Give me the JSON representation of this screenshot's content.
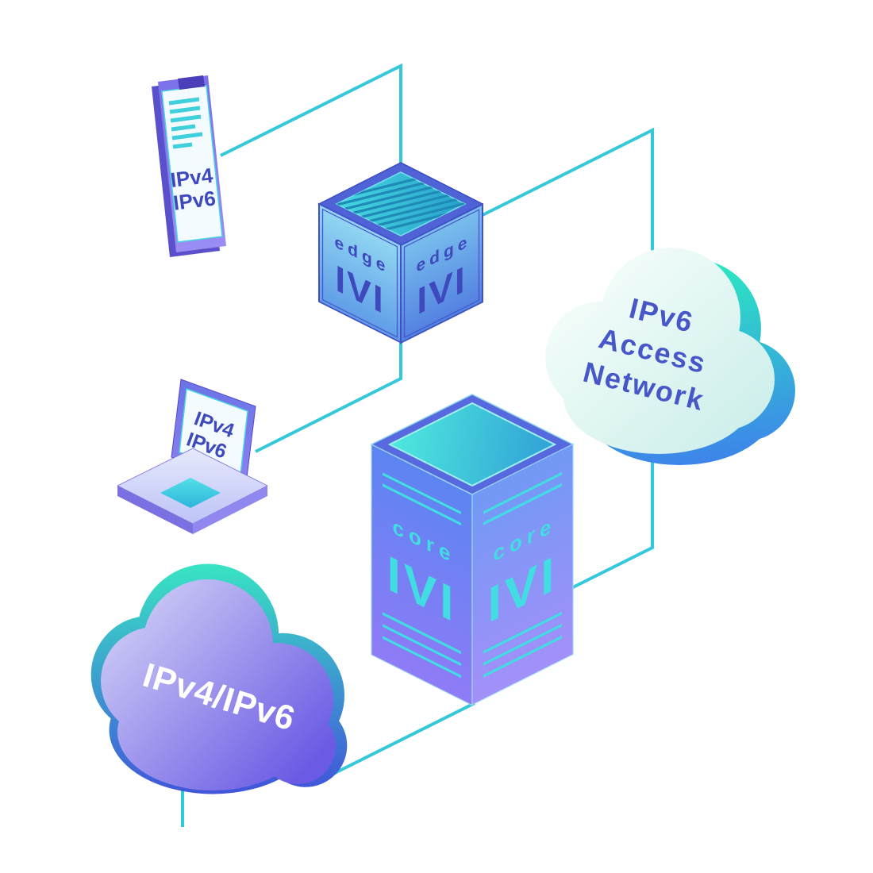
{
  "phone": {
    "line1": "IPv4",
    "line2": "IPv6"
  },
  "laptop": {
    "line1": "IPv4",
    "line2": "IPv6"
  },
  "edge_router": {
    "left": {
      "label": "edge",
      "brand": "IVI"
    },
    "right": {
      "label": "edge",
      "brand": "IVI"
    }
  },
  "core_router": {
    "left": {
      "label": "core",
      "brand": "IVI"
    },
    "right": {
      "label": "core",
      "brand": "IVI"
    }
  },
  "ipv6_access_cloud": {
    "line1": "IPv6",
    "line2": "Access",
    "line3": "Network"
  },
  "ipv4_ipv6_cloud": {
    "label": "IPv4/IPv6"
  },
  "colors": {
    "connector": "#35C8DC",
    "teal_accent": "#41DDE2",
    "indigo_text": "#3D49BC",
    "cloud_text_blue": "#4857C8",
    "cloud_text_white": "#FFFFFF"
  }
}
